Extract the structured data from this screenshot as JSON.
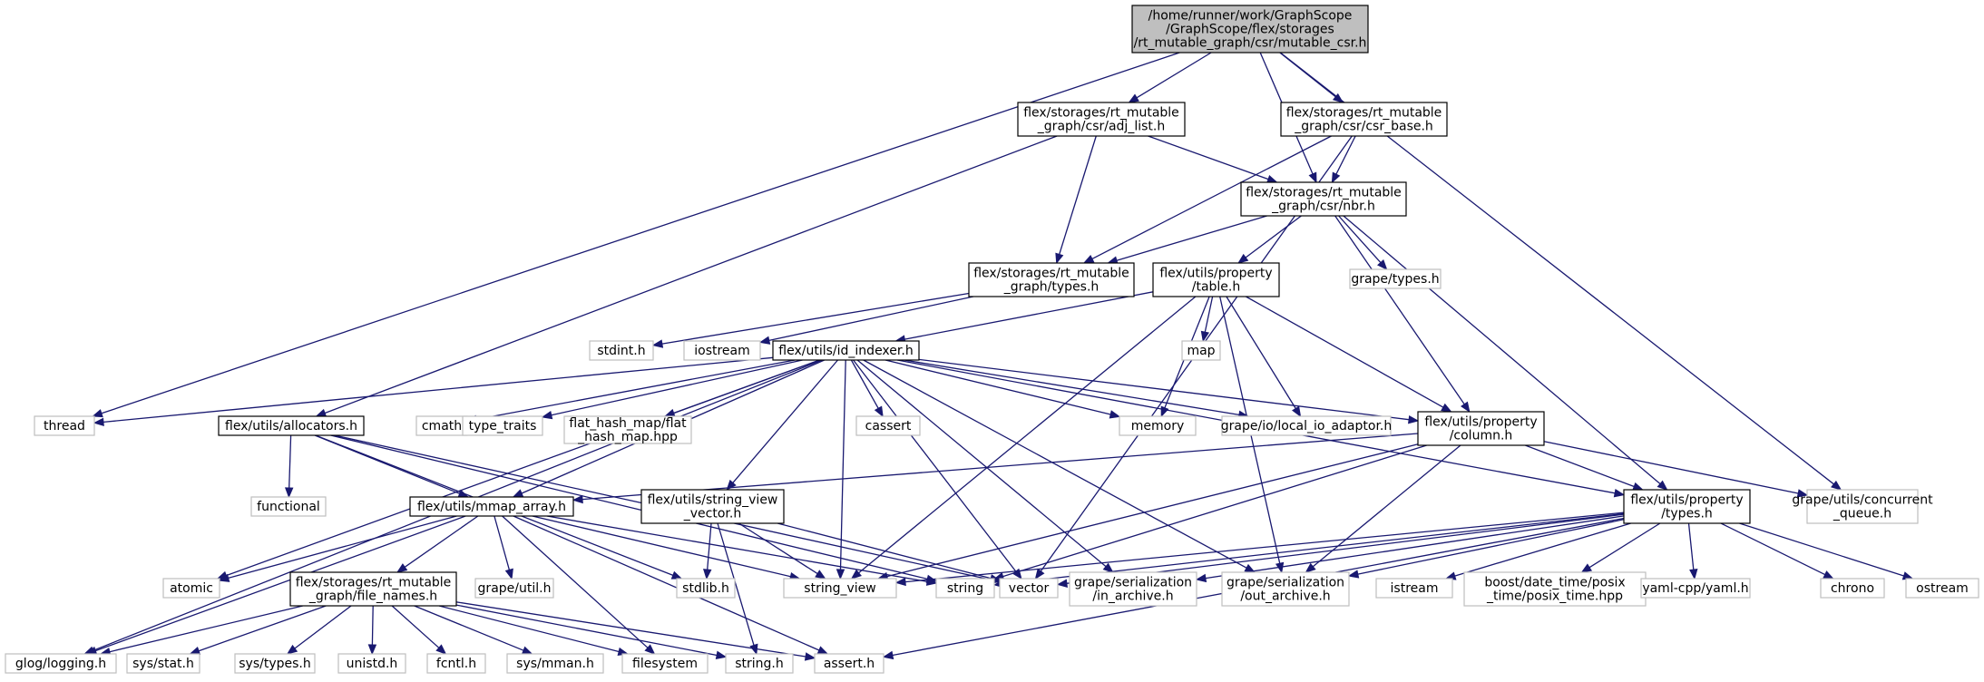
{
  "colors": {
    "edge": "#191970",
    "root_fill": "#bfbfbf",
    "root_stroke": "#000000",
    "internal_stroke": "#000000",
    "external_stroke": "#bfbfbf",
    "node_fill": "#ffffff"
  },
  "nodes": [
    {
      "id": "root",
      "kind": "root",
      "lines": [
        "/home/runner/work/GraphScope",
        "/GraphScope/flex/storages",
        "/rt_mutable_graph/csr/mutable_csr.h"
      ]
    },
    {
      "id": "adj_list",
      "kind": "internal",
      "lines": [
        "flex/storages/rt_mutable",
        "_graph/csr/adj_list.h"
      ]
    },
    {
      "id": "csr_base",
      "kind": "internal",
      "lines": [
        "flex/storages/rt_mutable",
        "_graph/csr/csr_base.h"
      ]
    },
    {
      "id": "nbr",
      "kind": "internal",
      "lines": [
        "flex/storages/rt_mutable",
        "_graph/csr/nbr.h"
      ]
    },
    {
      "id": "mtypes",
      "kind": "internal",
      "lines": [
        "flex/storages/rt_mutable",
        "_graph/types.h"
      ]
    },
    {
      "id": "table",
      "kind": "internal",
      "lines": [
        "flex/utils/property",
        "/table.h"
      ]
    },
    {
      "id": "grape_types",
      "kind": "external",
      "lines": [
        "grape/types.h"
      ]
    },
    {
      "id": "stdint",
      "kind": "external",
      "lines": [
        "stdint.h"
      ]
    },
    {
      "id": "iostream",
      "kind": "external",
      "lines": [
        "iostream"
      ]
    },
    {
      "id": "id_indexer",
      "kind": "internal",
      "lines": [
        "flex/utils/id_indexer.h"
      ]
    },
    {
      "id": "map",
      "kind": "external",
      "lines": [
        "map"
      ]
    },
    {
      "id": "thread",
      "kind": "external",
      "lines": [
        "thread"
      ]
    },
    {
      "id": "allocators",
      "kind": "internal",
      "lines": [
        "flex/utils/allocators.h"
      ]
    },
    {
      "id": "cmath",
      "kind": "external",
      "lines": [
        "cmath"
      ]
    },
    {
      "id": "type_traits",
      "kind": "external",
      "lines": [
        "type_traits"
      ]
    },
    {
      "id": "flat_hash_map",
      "kind": "external",
      "lines": [
        "flat_hash_map/flat",
        "_hash_map.hpp"
      ]
    },
    {
      "id": "cassert",
      "kind": "external",
      "lines": [
        "cassert"
      ]
    },
    {
      "id": "memory",
      "kind": "external",
      "lines": [
        "memory"
      ]
    },
    {
      "id": "local_io",
      "kind": "external",
      "lines": [
        "grape/io/local_io_adaptor.h"
      ]
    },
    {
      "id": "column",
      "kind": "internal",
      "lines": [
        "flex/utils/property",
        "/column.h"
      ]
    },
    {
      "id": "functional",
      "kind": "external",
      "lines": [
        "functional"
      ]
    },
    {
      "id": "mmap_array",
      "kind": "internal",
      "lines": [
        "flex/utils/mmap_array.h"
      ]
    },
    {
      "id": "sv_vector",
      "kind": "internal",
      "lines": [
        "flex/utils/string_view",
        "_vector.h"
      ]
    },
    {
      "id": "ptypes",
      "kind": "internal",
      "lines": [
        "flex/utils/property",
        "/types.h"
      ]
    },
    {
      "id": "concurrent_queue",
      "kind": "external",
      "lines": [
        "grape/utils/concurrent",
        "_queue.h"
      ]
    },
    {
      "id": "atomic",
      "kind": "external",
      "lines": [
        "atomic"
      ]
    },
    {
      "id": "file_names",
      "kind": "internal",
      "lines": [
        "flex/storages/rt_mutable",
        "_graph/file_names.h"
      ]
    },
    {
      "id": "grape_util",
      "kind": "external",
      "lines": [
        "grape/util.h"
      ]
    },
    {
      "id": "stdlib",
      "kind": "external",
      "lines": [
        "stdlib.h"
      ]
    },
    {
      "id": "string_view",
      "kind": "external",
      "lines": [
        "string_view"
      ]
    },
    {
      "id": "string",
      "kind": "external",
      "lines": [
        "string"
      ]
    },
    {
      "id": "vector",
      "kind": "external",
      "lines": [
        "vector"
      ]
    },
    {
      "id": "in_archive",
      "kind": "external",
      "lines": [
        "grape/serialization",
        "/in_archive.h"
      ]
    },
    {
      "id": "out_archive",
      "kind": "external",
      "lines": [
        "grape/serialization",
        "/out_archive.h"
      ]
    },
    {
      "id": "istream",
      "kind": "external",
      "lines": [
        "istream"
      ]
    },
    {
      "id": "posix_time",
      "kind": "external",
      "lines": [
        "boost/date_time/posix",
        "_time/posix_time.hpp"
      ]
    },
    {
      "id": "yaml",
      "kind": "external",
      "lines": [
        "yaml-cpp/yaml.h"
      ]
    },
    {
      "id": "chrono",
      "kind": "external",
      "lines": [
        "chrono"
      ]
    },
    {
      "id": "ostream",
      "kind": "external",
      "lines": [
        "ostream"
      ]
    },
    {
      "id": "glog",
      "kind": "external",
      "lines": [
        "glog/logging.h"
      ]
    },
    {
      "id": "sys_stat",
      "kind": "external",
      "lines": [
        "sys/stat.h"
      ]
    },
    {
      "id": "sys_types",
      "kind": "external",
      "lines": [
        "sys/types.h"
      ]
    },
    {
      "id": "unistd",
      "kind": "external",
      "lines": [
        "unistd.h"
      ]
    },
    {
      "id": "fcntl",
      "kind": "external",
      "lines": [
        "fcntl.h"
      ]
    },
    {
      "id": "sys_mman",
      "kind": "external",
      "lines": [
        "sys/mman.h"
      ]
    },
    {
      "id": "filesystem",
      "kind": "external",
      "lines": [
        "filesystem"
      ]
    },
    {
      "id": "string_h",
      "kind": "external",
      "lines": [
        "string.h"
      ]
    },
    {
      "id": "assert_h",
      "kind": "external",
      "lines": [
        "assert.h"
      ]
    }
  ],
  "edges": [
    [
      "root",
      "thread"
    ],
    [
      "root",
      "adj_list"
    ],
    [
      "root",
      "csr_base"
    ],
    [
      "root",
      "nbr"
    ],
    [
      "root",
      "concurrent_queue"
    ],
    [
      "adj_list",
      "allocators"
    ],
    [
      "adj_list",
      "mtypes"
    ],
    [
      "adj_list",
      "nbr"
    ],
    [
      "csr_base",
      "nbr"
    ],
    [
      "csr_base",
      "mtypes"
    ],
    [
      "csr_base",
      "vector"
    ],
    [
      "nbr",
      "mtypes"
    ],
    [
      "nbr",
      "table"
    ],
    [
      "nbr",
      "grape_types"
    ],
    [
      "nbr",
      "column"
    ],
    [
      "nbr",
      "ptypes"
    ],
    [
      "mtypes",
      "stdint"
    ],
    [
      "mtypes",
      "iostream"
    ],
    [
      "table",
      "id_indexer"
    ],
    [
      "table",
      "map"
    ],
    [
      "table",
      "memory"
    ],
    [
      "table",
      "local_io"
    ],
    [
      "table",
      "column"
    ],
    [
      "table",
      "string_view"
    ],
    [
      "table",
      "out_archive"
    ],
    [
      "id_indexer",
      "thread"
    ],
    [
      "id_indexer",
      "cmath"
    ],
    [
      "id_indexer",
      "type_traits"
    ],
    [
      "id_indexer",
      "flat_hash_map"
    ],
    [
      "id_indexer",
      "cassert"
    ],
    [
      "id_indexer",
      "memory"
    ],
    [
      "id_indexer",
      "local_io"
    ],
    [
      "id_indexer",
      "column"
    ],
    [
      "id_indexer",
      "ptypes"
    ],
    [
      "id_indexer",
      "mmap_array"
    ],
    [
      "id_indexer",
      "sv_vector"
    ],
    [
      "id_indexer",
      "string_view"
    ],
    [
      "id_indexer",
      "vector"
    ],
    [
      "id_indexer",
      "in_archive"
    ],
    [
      "id_indexer",
      "out_archive"
    ],
    [
      "id_indexer",
      "atomic"
    ],
    [
      "id_indexer",
      "glog"
    ],
    [
      "allocators",
      "functional"
    ],
    [
      "allocators",
      "mmap_array"
    ],
    [
      "allocators",
      "stdlib"
    ],
    [
      "allocators",
      "string"
    ],
    [
      "allocators",
      "vector"
    ],
    [
      "column",
      "mmap_array"
    ],
    [
      "column",
      "ptypes"
    ],
    [
      "column",
      "concurrent_queue"
    ],
    [
      "column",
      "string_view"
    ],
    [
      "column",
      "string"
    ],
    [
      "column",
      "out_archive"
    ],
    [
      "mmap_array",
      "atomic"
    ],
    [
      "mmap_array",
      "file_names"
    ],
    [
      "mmap_array",
      "grape_util"
    ],
    [
      "mmap_array",
      "string_view"
    ],
    [
      "mmap_array",
      "string"
    ],
    [
      "mmap_array",
      "glog"
    ],
    [
      "mmap_array",
      "filesystem"
    ],
    [
      "mmap_array",
      "assert_h"
    ],
    [
      "sv_vector",
      "stdlib"
    ],
    [
      "sv_vector",
      "string_view"
    ],
    [
      "sv_vector",
      "vector"
    ],
    [
      "sv_vector",
      "string_h"
    ],
    [
      "ptypes",
      "vector"
    ],
    [
      "ptypes",
      "string"
    ],
    [
      "ptypes",
      "in_archive"
    ],
    [
      "ptypes",
      "out_archive"
    ],
    [
      "ptypes",
      "istream"
    ],
    [
      "ptypes",
      "posix_time"
    ],
    [
      "ptypes",
      "yaml"
    ],
    [
      "ptypes",
      "chrono"
    ],
    [
      "ptypes",
      "ostream"
    ],
    [
      "ptypes",
      "string_view"
    ],
    [
      "ptypes",
      "assert_h"
    ],
    [
      "file_names",
      "glog"
    ],
    [
      "file_names",
      "sys_stat"
    ],
    [
      "file_names",
      "sys_types"
    ],
    [
      "file_names",
      "unistd"
    ],
    [
      "file_names",
      "fcntl"
    ],
    [
      "file_names",
      "sys_mman"
    ],
    [
      "file_names",
      "filesystem"
    ],
    [
      "file_names",
      "string_h"
    ],
    [
      "file_names",
      "assert_h"
    ]
  ]
}
